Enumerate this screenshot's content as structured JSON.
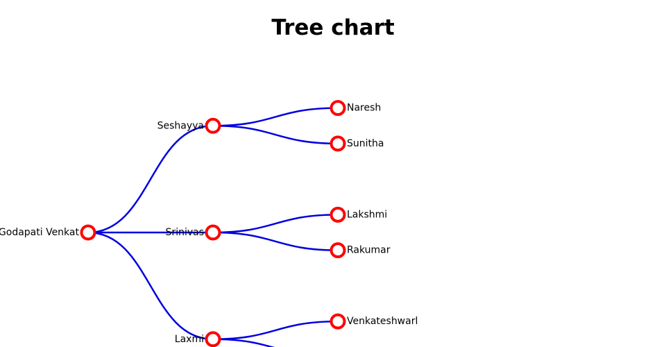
{
  "title": "Tree chart",
  "colors": {
    "link": "#0000e0",
    "node_stroke": "#ff0000",
    "node_fill": "#ffffff"
  },
  "tree": {
    "name": "Godapati Venkat",
    "children": [
      {
        "name": "Seshayya",
        "children": [
          {
            "name": "Naresh"
          },
          {
            "name": "Sunitha"
          }
        ]
      },
      {
        "name": "Srinivas",
        "children": [
          {
            "name": "Lakshmi"
          },
          {
            "name": "Rakumar"
          }
        ]
      },
      {
        "name": "Laxmi",
        "children": [
          {
            "name": "Venkateshwarl"
          },
          {
            "name": ""
          }
        ]
      }
    ]
  }
}
